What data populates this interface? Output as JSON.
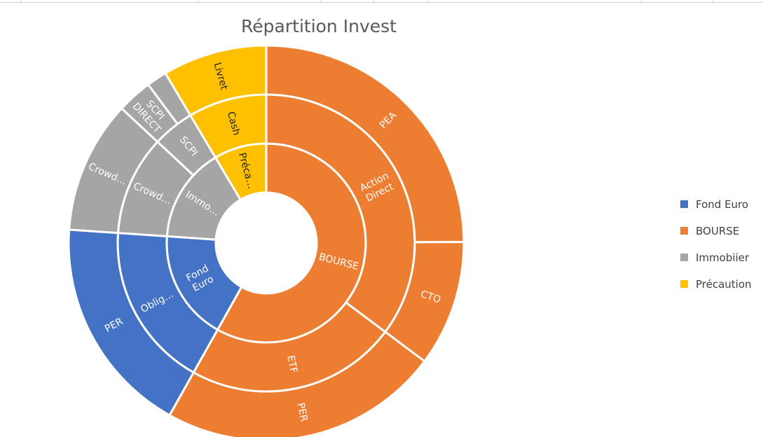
{
  "chart_data": {
    "type": "sunburst",
    "title": "Répartition Invest",
    "legend_position": "right",
    "legend": [
      {
        "name": "Fond Euro",
        "color": "#4472C4"
      },
      {
        "name": "BOURSE",
        "color": "#ED7D31"
      },
      {
        "name": "Immobiier",
        "color": "#A5A5A5"
      },
      {
        "name": "Précaution",
        "color": "#FFC000"
      }
    ],
    "levels": {
      "inner": [
        {
          "label": "BOURSE",
          "value": 52.5,
          "color": "#ED7D31"
        },
        {
          "label": "Fond Euro",
          "value": 16.2,
          "color": "#4472C4"
        },
        {
          "label": "Immo…",
          "value": 13.9,
          "color": "#A5A5A5"
        },
        {
          "label": "Préca…",
          "value": 7.7,
          "color": "#FFC000"
        }
      ],
      "middle": [
        {
          "label": "Action Direct",
          "value": 31.8,
          "color": "#ED7D31"
        },
        {
          "label": "ETF",
          "value": 20.7,
          "color": "#ED7D31"
        },
        {
          "label": "Oblig…",
          "value": 16.2,
          "color": "#4472C4"
        },
        {
          "label": "Crowd…",
          "value": 9.8,
          "color": "#A5A5A5"
        },
        {
          "label": "SCPI",
          "value": 4.1,
          "color": "#A5A5A5"
        },
        {
          "label": "Cash",
          "value": 7.7,
          "color": "#FFC000"
        }
      ],
      "outer": [
        {
          "label": "PEA",
          "value": 22.5,
          "color": "#ED7D31"
        },
        {
          "label": "CTO",
          "value": 9.3,
          "color": "#ED7D31"
        },
        {
          "label": "PER",
          "value": 20.7,
          "color": "#ED7D31"
        },
        {
          "label": "PER",
          "value": 16.2,
          "color": "#4472C4"
        },
        {
          "label": "Crowd…",
          "value": 9.8,
          "color": "#A5A5A5"
        },
        {
          "label": "SCPI DIRECT",
          "value": 2.6,
          "color": "#A5A5A5"
        },
        {
          "label": "",
          "value": 1.5,
          "color": "#A5A5A5"
        },
        {
          "label": "Livret",
          "value": 7.7,
          "color": "#FFC000"
        }
      ]
    }
  }
}
